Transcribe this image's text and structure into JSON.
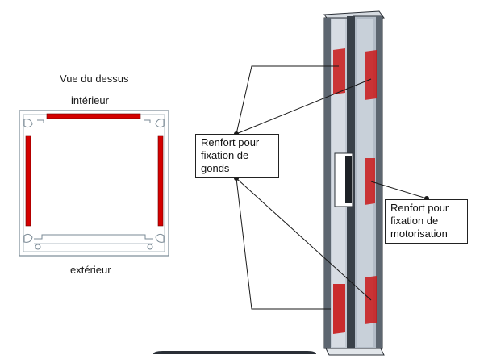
{
  "top_view": {
    "title": "Vue du dessus",
    "inside_label": "intérieur",
    "outside_label": "extérieur"
  },
  "callouts": {
    "hinges": {
      "lines": [
        "Renfort pour",
        "fixation de",
        "gonds"
      ]
    },
    "motor": {
      "lines": [
        "Renfort pour",
        "fixation de",
        "motorisation"
      ]
    }
  },
  "colors": {
    "reinforcement": "#d40000",
    "profile_outline": "#7a8a95",
    "post_metal": "#b8c0ca",
    "post_dark": "#2a2f36"
  }
}
